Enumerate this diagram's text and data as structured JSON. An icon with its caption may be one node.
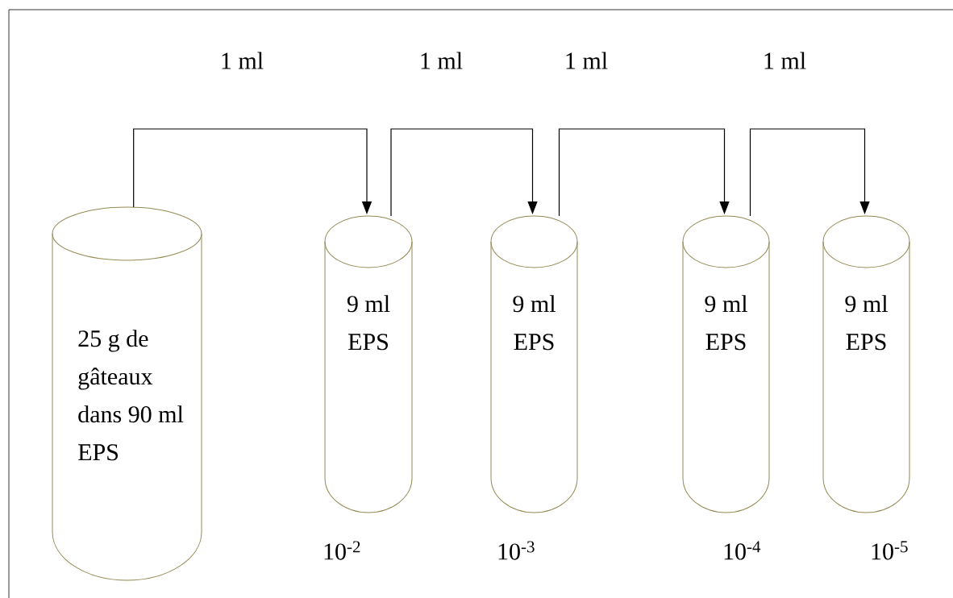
{
  "diagram": {
    "nodes": [
      {
        "text": [
          "25 g de gâteaux dans 90 ml EPS"
        ]
      },
      {
        "text": [
          "9 ml EPS"
        ],
        "beside": [
          "10$^{-2}$"
        ]
      },
      {
        "text": [
          "9 ml EPS"
        ],
        "beside": [
          "10$^{-3}$"
        ]
      },
      {
        "text": [
          "9 ml EPS"
        ],
        "beside": [
          "10$^{-4}$"
        ]
      },
      {
        "text": [
          "9 ml EPS"
        ],
        "beside": [
          "10$^{-5}$"
        ]
      }
    ],
    "edges": [
      {
        "from": 0,
        "to": 1,
        "arrow": "to",
        "label": "1 ml"
      },
      {
        "from": 1,
        "to": 2,
        "arrow": "to",
        "label": "1 ml"
      },
      {
        "from": 2,
        "to": 3,
        "arrow": "to",
        "label": "1 ml"
      },
      {
        "from": 3,
        "to": 4,
        "arrow": "to",
        "label": "1 ml"
      }
    ]
  }
}
